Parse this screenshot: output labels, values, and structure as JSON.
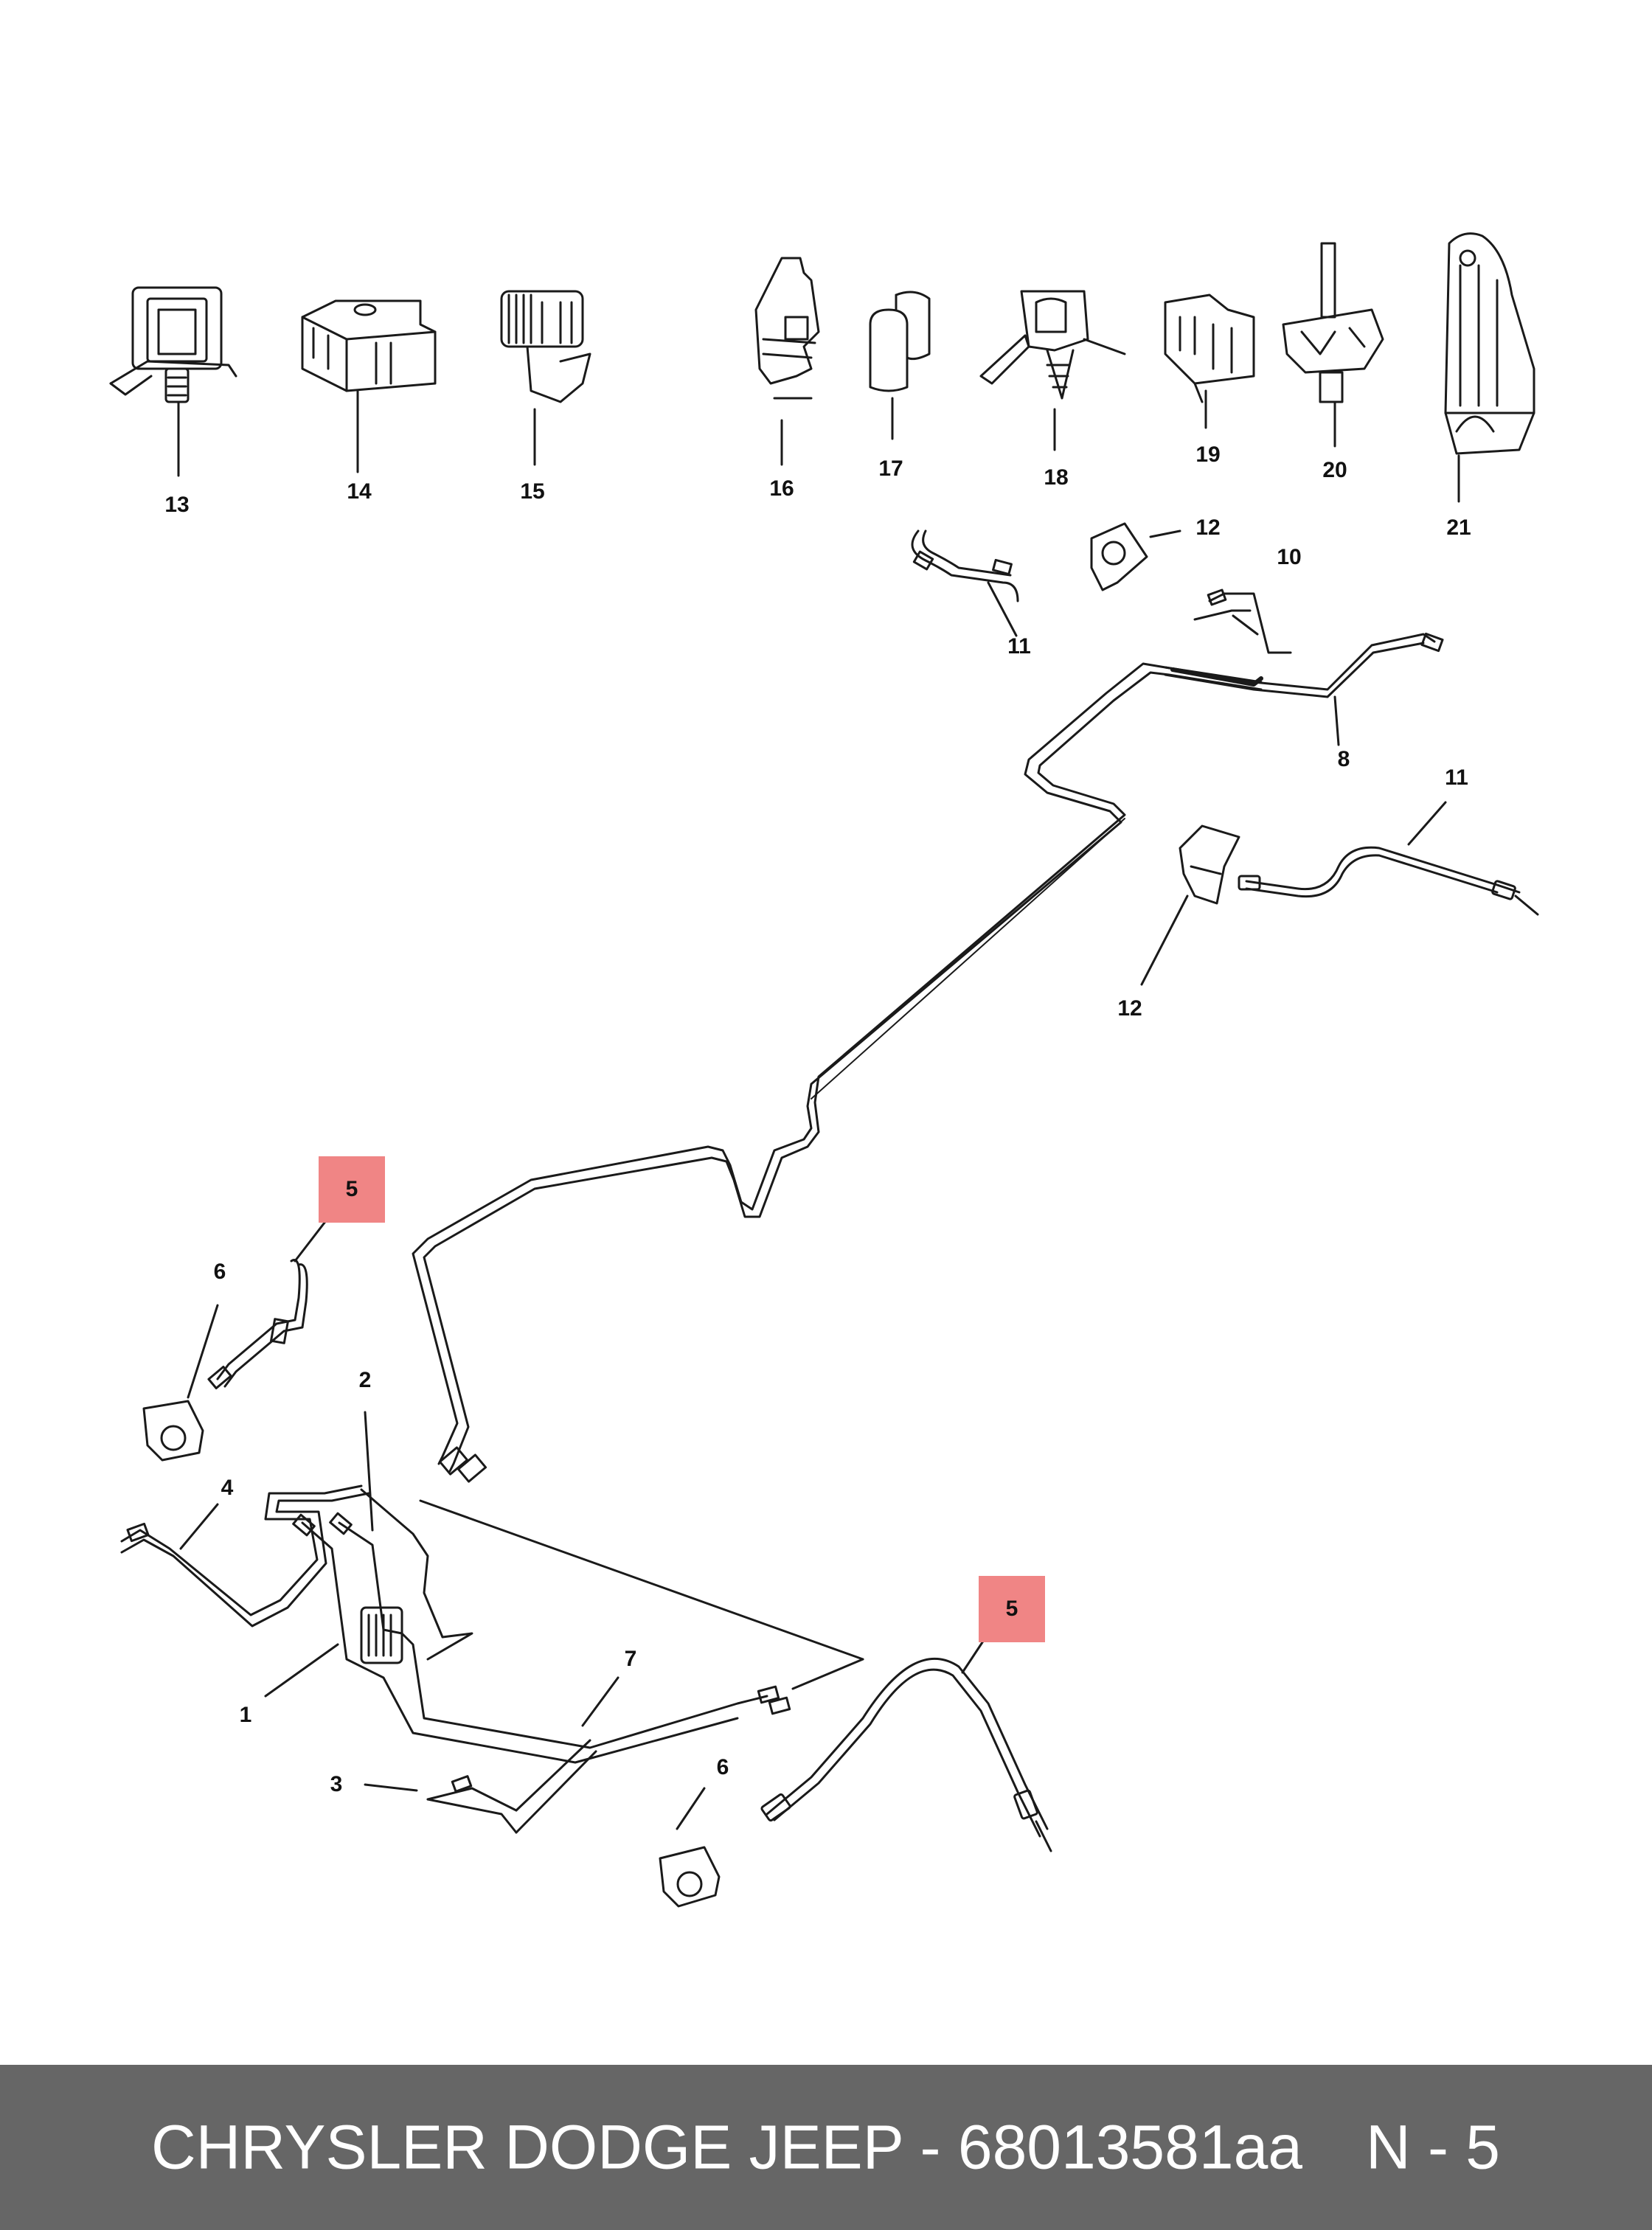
{
  "diagram": {
    "colors": {
      "line": "#1a1a1a",
      "highlight": "#f08585",
      "footer_bg": "#666666",
      "footer_text": "#ffffff"
    },
    "callouts": [
      {
        "id": "c13",
        "label": "13",
        "highlighted": false
      },
      {
        "id": "c14",
        "label": "14",
        "highlighted": false
      },
      {
        "id": "c15",
        "label": "15",
        "highlighted": false
      },
      {
        "id": "c16",
        "label": "16",
        "highlighted": false
      },
      {
        "id": "c17",
        "label": "17",
        "highlighted": false
      },
      {
        "id": "c18",
        "label": "18",
        "highlighted": false
      },
      {
        "id": "c19",
        "label": "19",
        "highlighted": false
      },
      {
        "id": "c20",
        "label": "20",
        "highlighted": false
      },
      {
        "id": "c21",
        "label": "21",
        "highlighted": false
      },
      {
        "id": "c12a",
        "label": "12",
        "highlighted": false
      },
      {
        "id": "c11a",
        "label": "11",
        "highlighted": false
      },
      {
        "id": "c10",
        "label": "10",
        "highlighted": false
      },
      {
        "id": "c8",
        "label": "8",
        "highlighted": false
      },
      {
        "id": "c11b",
        "label": "11",
        "highlighted": false
      },
      {
        "id": "c12b",
        "label": "12",
        "highlighted": false
      },
      {
        "id": "c5a",
        "label": "5",
        "highlighted": true
      },
      {
        "id": "c6a",
        "label": "6",
        "highlighted": false
      },
      {
        "id": "c2",
        "label": "2",
        "highlighted": false
      },
      {
        "id": "c4",
        "label": "4",
        "highlighted": false
      },
      {
        "id": "c1",
        "label": "1",
        "highlighted": false
      },
      {
        "id": "c7",
        "label": "7",
        "highlighted": false
      },
      {
        "id": "c5b",
        "label": "5",
        "highlighted": true
      },
      {
        "id": "c3",
        "label": "3",
        "highlighted": false
      },
      {
        "id": "c6b",
        "label": "6",
        "highlighted": false
      }
    ]
  },
  "footer": {
    "part_text": "CHRYSLER DODGE JEEP - 68013581aa",
    "page_text": "N - 5"
  }
}
